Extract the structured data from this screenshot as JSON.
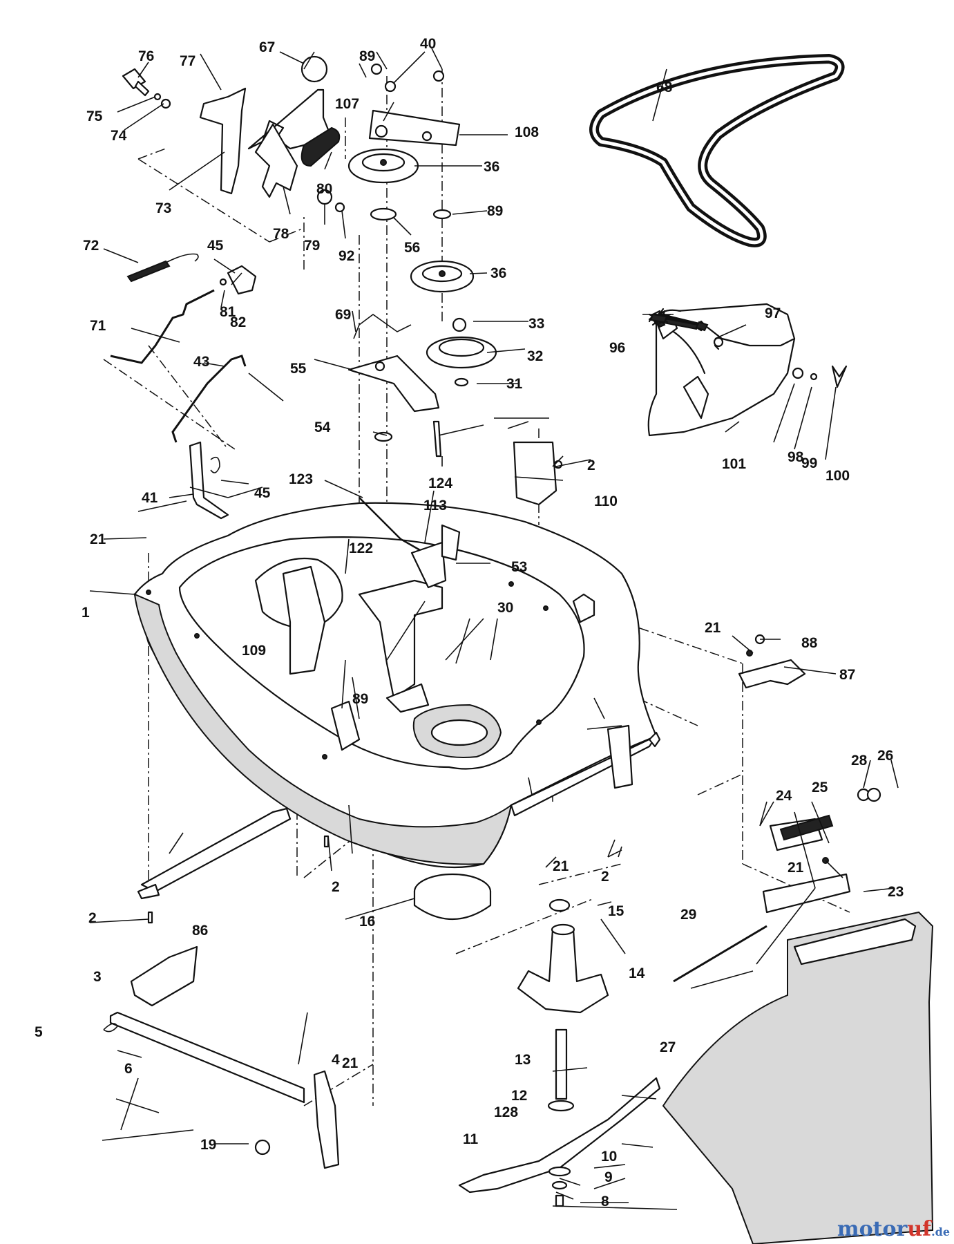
{
  "callouts": [
    {
      "id": "1",
      "t": "1"
    },
    {
      "id": "2a",
      "t": "2"
    },
    {
      "id": "2b",
      "t": "2"
    },
    {
      "id": "2c",
      "t": "2"
    },
    {
      "id": "2d",
      "t": "2"
    },
    {
      "id": "3",
      "t": "3"
    },
    {
      "id": "4",
      "t": "4"
    },
    {
      "id": "5",
      "t": "5"
    },
    {
      "id": "6",
      "t": "6"
    },
    {
      "id": "8",
      "t": "8"
    },
    {
      "id": "9",
      "t": "9"
    },
    {
      "id": "10",
      "t": "10"
    },
    {
      "id": "11",
      "t": "11"
    },
    {
      "id": "12",
      "t": "12"
    },
    {
      "id": "128",
      "t": "128"
    },
    {
      "id": "13",
      "t": "13"
    },
    {
      "id": "14",
      "t": "14"
    },
    {
      "id": "15",
      "t": "15"
    },
    {
      "id": "16",
      "t": "16"
    },
    {
      "id": "19",
      "t": "19"
    },
    {
      "id": "21a",
      "t": "21"
    },
    {
      "id": "21b",
      "t": "21"
    },
    {
      "id": "21c",
      "t": "21"
    },
    {
      "id": "21d",
      "t": "21"
    },
    {
      "id": "21e",
      "t": "21"
    },
    {
      "id": "23",
      "t": "23"
    },
    {
      "id": "24",
      "t": "24"
    },
    {
      "id": "25",
      "t": "25"
    },
    {
      "id": "26",
      "t": "26"
    },
    {
      "id": "27",
      "t": "27"
    },
    {
      "id": "28",
      "t": "28"
    },
    {
      "id": "29",
      "t": "29"
    },
    {
      "id": "30",
      "t": "30"
    },
    {
      "id": "31",
      "t": "31"
    },
    {
      "id": "32",
      "t": "32"
    },
    {
      "id": "33",
      "t": "33"
    },
    {
      "id": "36a",
      "t": "36"
    },
    {
      "id": "36b",
      "t": "36"
    },
    {
      "id": "40",
      "t": "40"
    },
    {
      "id": "41",
      "t": "41"
    },
    {
      "id": "43",
      "t": "43"
    },
    {
      "id": "45a",
      "t": "45"
    },
    {
      "id": "45b",
      "t": "45"
    },
    {
      "id": "53",
      "t": "53"
    },
    {
      "id": "54",
      "t": "54"
    },
    {
      "id": "55",
      "t": "55"
    },
    {
      "id": "56",
      "t": "56"
    },
    {
      "id": "67",
      "t": "67"
    },
    {
      "id": "68",
      "t": "68"
    },
    {
      "id": "69",
      "t": "69"
    },
    {
      "id": "71",
      "t": "71"
    },
    {
      "id": "72",
      "t": "72"
    },
    {
      "id": "73",
      "t": "73"
    },
    {
      "id": "74",
      "t": "74"
    },
    {
      "id": "75",
      "t": "75"
    },
    {
      "id": "76",
      "t": "76"
    },
    {
      "id": "77",
      "t": "77"
    },
    {
      "id": "78",
      "t": "78"
    },
    {
      "id": "79",
      "t": "79"
    },
    {
      "id": "80",
      "t": "80"
    },
    {
      "id": "81",
      "t": "81"
    },
    {
      "id": "82",
      "t": "82"
    },
    {
      "id": "86",
      "t": "86"
    },
    {
      "id": "87",
      "t": "87"
    },
    {
      "id": "88",
      "t": "88"
    },
    {
      "id": "89a",
      "t": "89"
    },
    {
      "id": "89b",
      "t": "89"
    },
    {
      "id": "89c",
      "t": "89"
    },
    {
      "id": "92",
      "t": "92"
    },
    {
      "id": "96",
      "t": "96"
    },
    {
      "id": "97",
      "t": "97"
    },
    {
      "id": "98",
      "t": "98"
    },
    {
      "id": "99",
      "t": "99"
    },
    {
      "id": "100",
      "t": "100"
    },
    {
      "id": "101",
      "t": "101"
    },
    {
      "id": "107",
      "t": "107"
    },
    {
      "id": "108",
      "t": "108"
    },
    {
      "id": "109",
      "t": "109"
    },
    {
      "id": "110",
      "t": "110"
    },
    {
      "id": "113",
      "t": "113"
    },
    {
      "id": "122",
      "t": "122"
    },
    {
      "id": "123",
      "t": "123"
    },
    {
      "id": "124",
      "t": "124"
    }
  ],
  "watermark": {
    "brand_a": "motor",
    "brand_b": "uf",
    "tld": ".de"
  }
}
